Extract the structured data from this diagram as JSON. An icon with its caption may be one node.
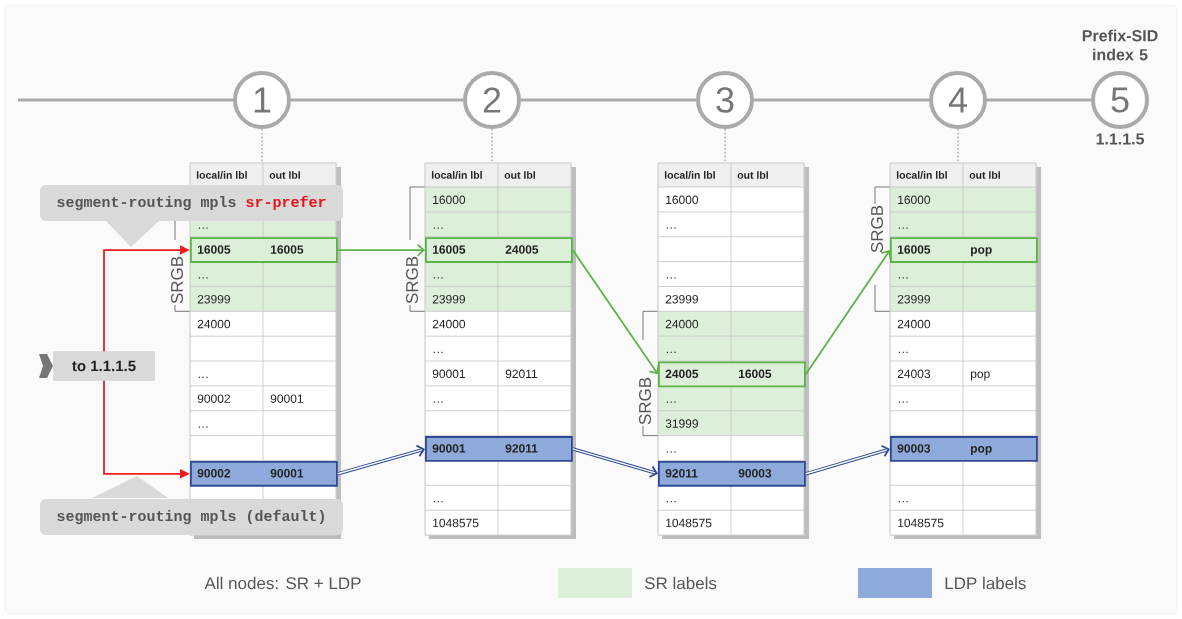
{
  "diagram": {
    "nodes": [
      {
        "text": [
          "1"
        ]
      },
      {
        "text": [
          "2"
        ]
      },
      {
        "text": [
          "3"
        ]
      },
      {
        "text": [
          "4"
        ]
      },
      {
        "text": [
          "5"
        ],
        "beside": [
          "Prefix-SID index 5",
          "1.1.1.5"
        ]
      },
      {
        "text": [
          "local/in lbl",
          "out lbl",
          "…",
          "…",
          "23999",
          "24000",
          "…",
          "90002",
          "90001",
          "…"
        ]
      },
      {
        "text": [
          "16005",
          "16005"
        ],
        "in": 5
      },
      {
        "text": [
          "90002",
          "90001"
        ],
        "in": 5
      },
      {
        "text": [
          "local/in lbl",
          "out lbl",
          "16000",
          "…",
          "…",
          "23999",
          "24000",
          "…",
          "90001",
          "92011",
          "…",
          "…",
          "1048575"
        ]
      },
      {
        "text": [
          "16005",
          "24005"
        ],
        "in": 8
      },
      {
        "text": [
          "90001",
          "92011"
        ],
        "in": 8
      },
      {
        "text": [
          "local/in lbl",
          "out lbl",
          "16000",
          "…",
          "…",
          "23999",
          "24000",
          "…",
          "…",
          "31999",
          "…",
          "…",
          "1048575"
        ]
      },
      {
        "text": [
          "24005",
          "16005"
        ],
        "in": 11
      },
      {
        "text": [
          "92011",
          "90003"
        ],
        "in": 11
      },
      {
        "text": [
          "local/in lbl",
          "out lbl",
          "16000",
          "…",
          "…",
          "23999",
          "24000",
          "…",
          "24003",
          "pop",
          "…",
          "…",
          "1048575"
        ]
      },
      {
        "text": [
          "16005",
          "pop"
        ],
        "in": 14
      },
      {
        "text": [
          "90003",
          "pop"
        ],
        "in": 14
      },
      {
        "text": [
          "segment-routing mpls",
          "sr-prefer"
        ]
      },
      {
        "text": [
          "to 1.1.1.5"
        ]
      },
      {
        "text": [
          "segment-routing mpls (default)"
        ]
      }
    ],
    "edges": [
      {
        "from": null,
        "to": 0,
        "arrow": "none"
      },
      {
        "from": 0,
        "to": 1,
        "arrow": "none"
      },
      {
        "from": 1,
        "to": 2,
        "arrow": "none"
      },
      {
        "from": 2,
        "to": 3,
        "arrow": "none"
      },
      {
        "from": 3,
        "to": 4,
        "arrow": "none"
      },
      {
        "from": 0,
        "to": 5,
        "arrow": "none",
        "style": "dashed"
      },
      {
        "from": 1,
        "to": 8,
        "arrow": "none",
        "style": "dashed"
      },
      {
        "from": 2,
        "to": 11,
        "arrow": "none",
        "style": "dashed"
      },
      {
        "from": 3,
        "to": 14,
        "arrow": "none",
        "style": "dashed"
      },
      {
        "from": 18,
        "to": 6,
        "arrow": "to",
        "color": "#ee1c1c"
      },
      {
        "from": 18,
        "to": 7,
        "arrow": "to",
        "color": "#ee1c1c"
      },
      {
        "from": 6,
        "to": 9,
        "arrow": "to",
        "color": "#5cb346"
      },
      {
        "from": 9,
        "to": 12,
        "arrow": "to",
        "color": "#5cb346"
      },
      {
        "from": 12,
        "to": 15,
        "arrow": "to",
        "color": "#5cb346"
      },
      {
        "from": 7,
        "to": 10,
        "arrow": "to",
        "color": "#2f4a96"
      },
      {
        "from": 10,
        "to": 13,
        "arrow": "to",
        "color": "#2f4a96"
      },
      {
        "from": 13,
        "to": 16,
        "arrow": "to",
        "color": "#2f4a96"
      }
    ],
    "labels": [
      "SRGB",
      "SRGB",
      "SRGB",
      "SRGB",
      "All nodes: SR + LDP"
    ],
    "legend": [
      {
        "text": "SR labels",
        "color": "#dcefd9"
      },
      {
        "text": "LDP labels",
        "color": "#8eaadb"
      }
    ]
  }
}
